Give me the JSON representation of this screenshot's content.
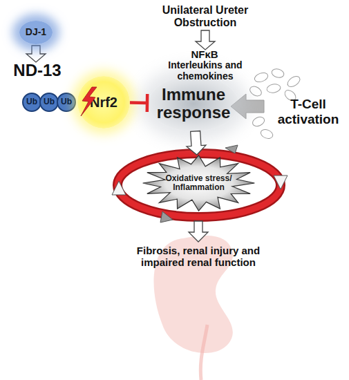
{
  "diagram": {
    "nodes": [
      {
        "text": [
          "DJ-1"
        ]
      },
      {
        "text": [
          "Ub"
        ]
      },
      {
        "text": [
          "Ub"
        ]
      },
      {
        "text": [
          "Ub"
        ]
      },
      {
        "text": [
          "Nrf2"
        ]
      },
      {
        "text": [
          "Immune response"
        ]
      },
      {
        "text": [
          "Oxidative stress/ Inflammation"
        ]
      }
    ],
    "edges": [
      {
        "from": 4,
        "to": 5,
        "arrow": "to"
      },
      {
        "from": 5,
        "to": 6,
        "arrow": "to"
      }
    ],
    "labels": [
      "Unilateral Ureter Obstruction",
      "NFκB",
      "Interleukins and chemokines",
      "ND-13",
      "T-Cell activation",
      "Fibrosis, renal injury and impaired renal function"
    ]
  }
}
